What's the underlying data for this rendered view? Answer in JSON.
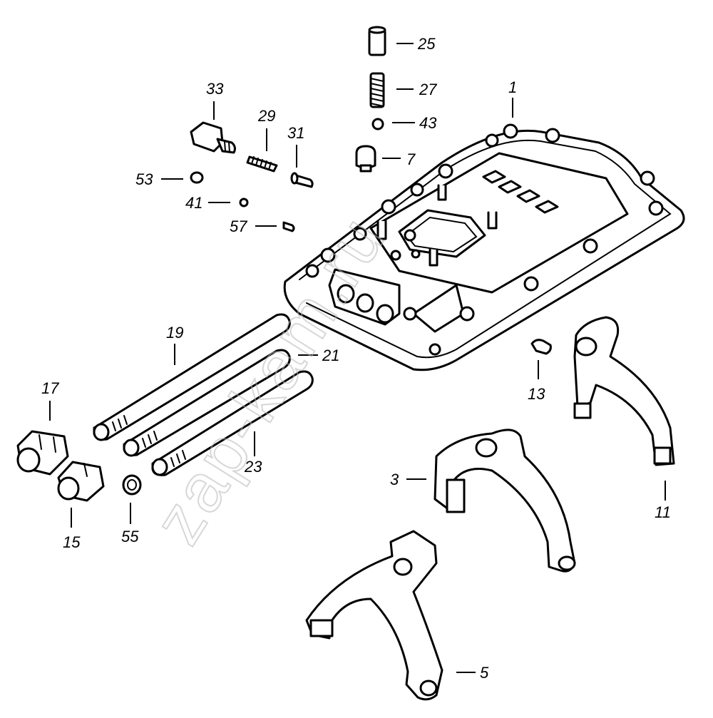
{
  "watermark": "zap-kam.ru",
  "callouts": {
    "c1": "1",
    "c3": "3",
    "c5": "5",
    "c7": "7",
    "c11": "11",
    "c13": "13",
    "c15": "15",
    "c17": "17",
    "c19": "19",
    "c21": "21",
    "c23": "23",
    "c25": "25",
    "c27": "27",
    "c29": "29",
    "c31": "31",
    "c33": "33",
    "c41": "41",
    "c43": "43",
    "c53": "53",
    "c55": "55",
    "c57": "57"
  }
}
